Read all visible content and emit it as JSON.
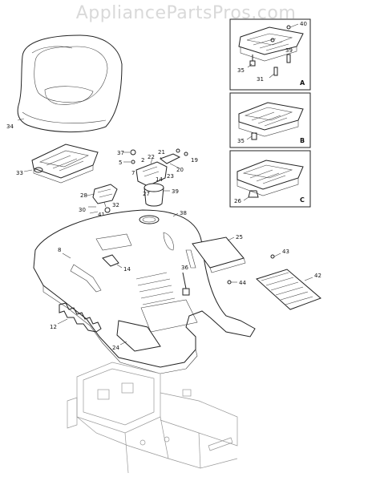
{
  "watermark": "AppliancePartsPros.com",
  "callouts": {
    "c40": "40",
    "c35a": "35",
    "c31": "31",
    "c39a": "39",
    "c35b": "35",
    "c26": "26",
    "c34": "34",
    "c33": "33",
    "c37": "37",
    "c5": "5",
    "c2": "2",
    "c22": "22",
    "c21": "21",
    "c19": "19",
    "c20": "20",
    "c7": "7",
    "c14a": "14",
    "c23": "23",
    "c27": "27",
    "c28": "28",
    "c39b": "39",
    "c32": "32",
    "c41": "41",
    "c30": "30",
    "c38": "38",
    "c8": "8",
    "c14b": "14",
    "c25": "25",
    "c43": "43",
    "c36": "36",
    "c44": "44",
    "c42": "42",
    "c12": "12",
    "c24": "24"
  },
  "panels": {
    "a": "A",
    "b": "B",
    "c": "C"
  }
}
